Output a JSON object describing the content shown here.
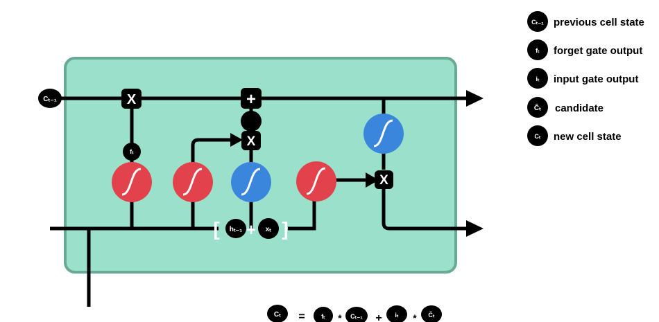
{
  "cell": {
    "input_label": "Cₜ₋₁",
    "forget_label": "fₜ",
    "hidden_label": "hₜ₋₁",
    "x_label": "xₜ",
    "bracket_open": "[",
    "bracket_close": "]",
    "plus": "+",
    "mult": "X"
  },
  "legend": [
    {
      "icon": "Cₜ₋₁",
      "label": "previous cell state"
    },
    {
      "icon": "fₜ",
      "label": "forget gate output"
    },
    {
      "icon": "iₜ",
      "label": "input gate output"
    },
    {
      "icon": "C̃ₜ",
      "label": "candidate"
    },
    {
      "icon": "Cₜ",
      "label": "new cell state"
    }
  ],
  "equation": {
    "lhs": "Cₜ",
    "eq": "=",
    "t1a": "fₜ",
    "op1": "*",
    "t1b": "Cₜ₋₁",
    "op2": "+",
    "t2a": "iₜ",
    "op3": "*",
    "t2b": "C̃ₜ"
  },
  "colors": {
    "cell_fill": "#9be0cb",
    "cell_border": "#6aaa93",
    "sigmoid_red": "#e2424b",
    "tanh_blue": "#3a86dc",
    "line": "#000000"
  }
}
